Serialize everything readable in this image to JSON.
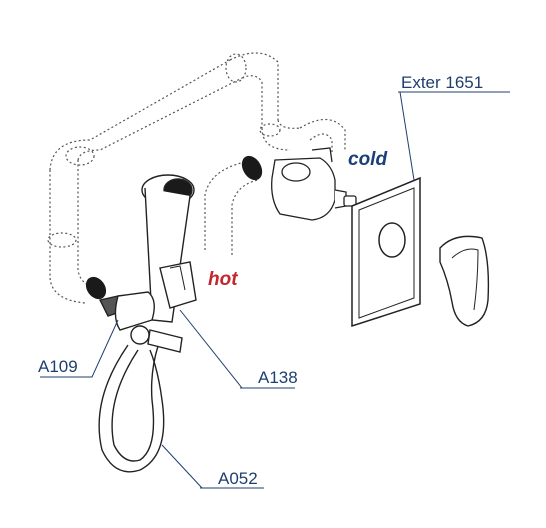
{
  "labels": {
    "exter": "Exter 1651",
    "a109": "A109",
    "a138": "A138",
    "a052": "A052"
  },
  "annotations": {
    "cold": "cold",
    "hot": "hot"
  },
  "colors": {
    "cold": "#1c3e7a",
    "hot": "#c1272d",
    "leader": "#1e3f6e",
    "outline": "#222222",
    "pipe_dotted": "#555555"
  }
}
